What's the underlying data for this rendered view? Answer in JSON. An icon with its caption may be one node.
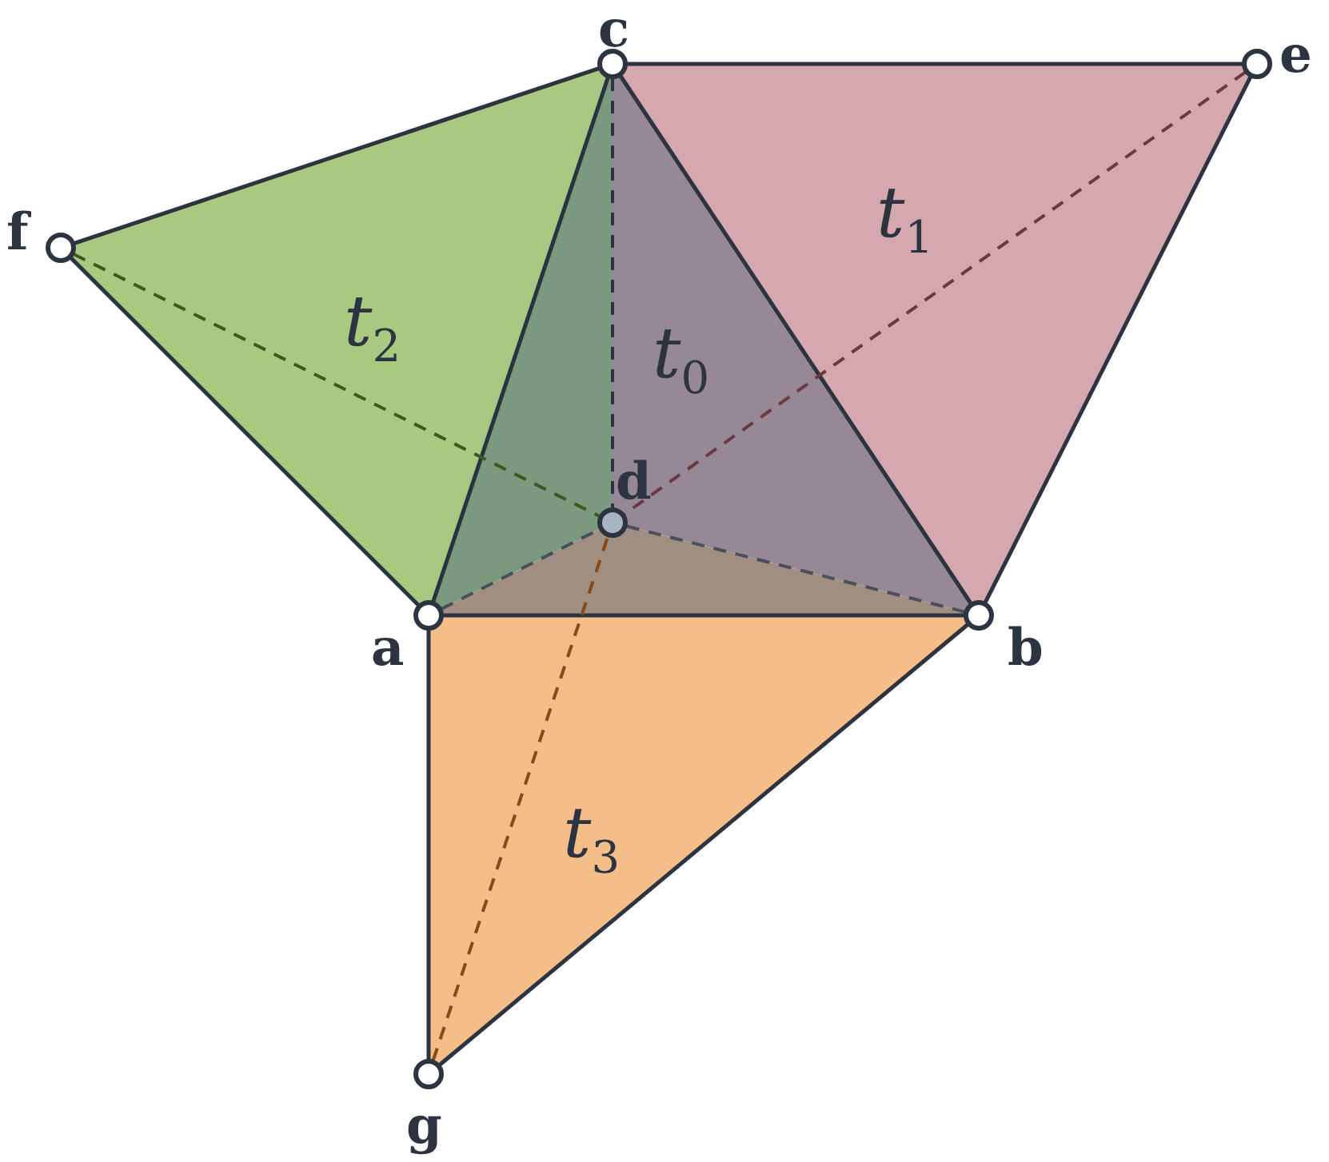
{
  "diagram": {
    "nodes": [
      {
        "text": [
          "c"
        ]
      },
      {
        "text": [
          "e"
        ]
      },
      {
        "text": [
          "f"
        ]
      },
      {
        "text": [
          "d"
        ]
      },
      {
        "text": [
          "a"
        ]
      },
      {
        "text": [
          "b"
        ]
      },
      {
        "text": [
          "g"
        ]
      }
    ],
    "edges": [
      {
        "from": 0,
        "to": 1,
        "arrow": "none"
      },
      {
        "from": 0,
        "to": 2,
        "arrow": "none"
      },
      {
        "from": 0,
        "to": 4,
        "arrow": "none"
      },
      {
        "from": 0,
        "to": 5,
        "arrow": "none"
      },
      {
        "from": 0,
        "to": 3,
        "arrow": "none",
        "style": "dashed"
      },
      {
        "from": 1,
        "to": 5,
        "arrow": "none"
      },
      {
        "from": 1,
        "to": 3,
        "arrow": "none",
        "style": "dashed",
        "color": "#6b3a40"
      },
      {
        "from": 2,
        "to": 4,
        "arrow": "none"
      },
      {
        "from": 2,
        "to": 3,
        "arrow": "none",
        "style": "dashed",
        "color": "#3d5a1e"
      },
      {
        "from": 4,
        "to": 5,
        "arrow": "none"
      },
      {
        "from": 4,
        "to": 3,
        "arrow": "none",
        "style": "dashed",
        "color": "#4a4f5c"
      },
      {
        "from": 5,
        "to": 3,
        "arrow": "none",
        "style": "dashed",
        "color": "#4a4f5c"
      },
      {
        "from": 4,
        "to": 6,
        "arrow": "none"
      },
      {
        "from": 6,
        "to": 5,
        "arrow": "none"
      },
      {
        "from": 6,
        "to": 3,
        "arrow": "none",
        "style": "dashed",
        "color": "#8a4a18"
      }
    ],
    "labels": [
      "t$_{1}$",
      "t$_{2}$",
      "t$_{0}$",
      "t$_{3}$"
    ]
  }
}
